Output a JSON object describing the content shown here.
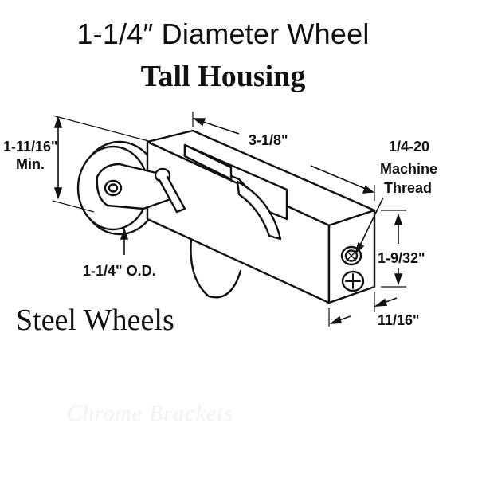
{
  "title": {
    "line1": "1-1/4″ Diameter Wheel",
    "line2": "Tall Housing"
  },
  "dimensions": {
    "height_min_value": "1-11/16\"",
    "height_min_suffix": "Min.",
    "wheel_od": "1-1/4\" O.D.",
    "length": "3-1/8\"",
    "thread_size": "1/4-20",
    "thread_type_line1": "Machine",
    "thread_type_line2": "Thread",
    "end_height": "1-9/32\"",
    "end_width": "11/16\""
  },
  "footer": {
    "material": "Steel Wheels",
    "watermark": "Chrome Brackets"
  }
}
